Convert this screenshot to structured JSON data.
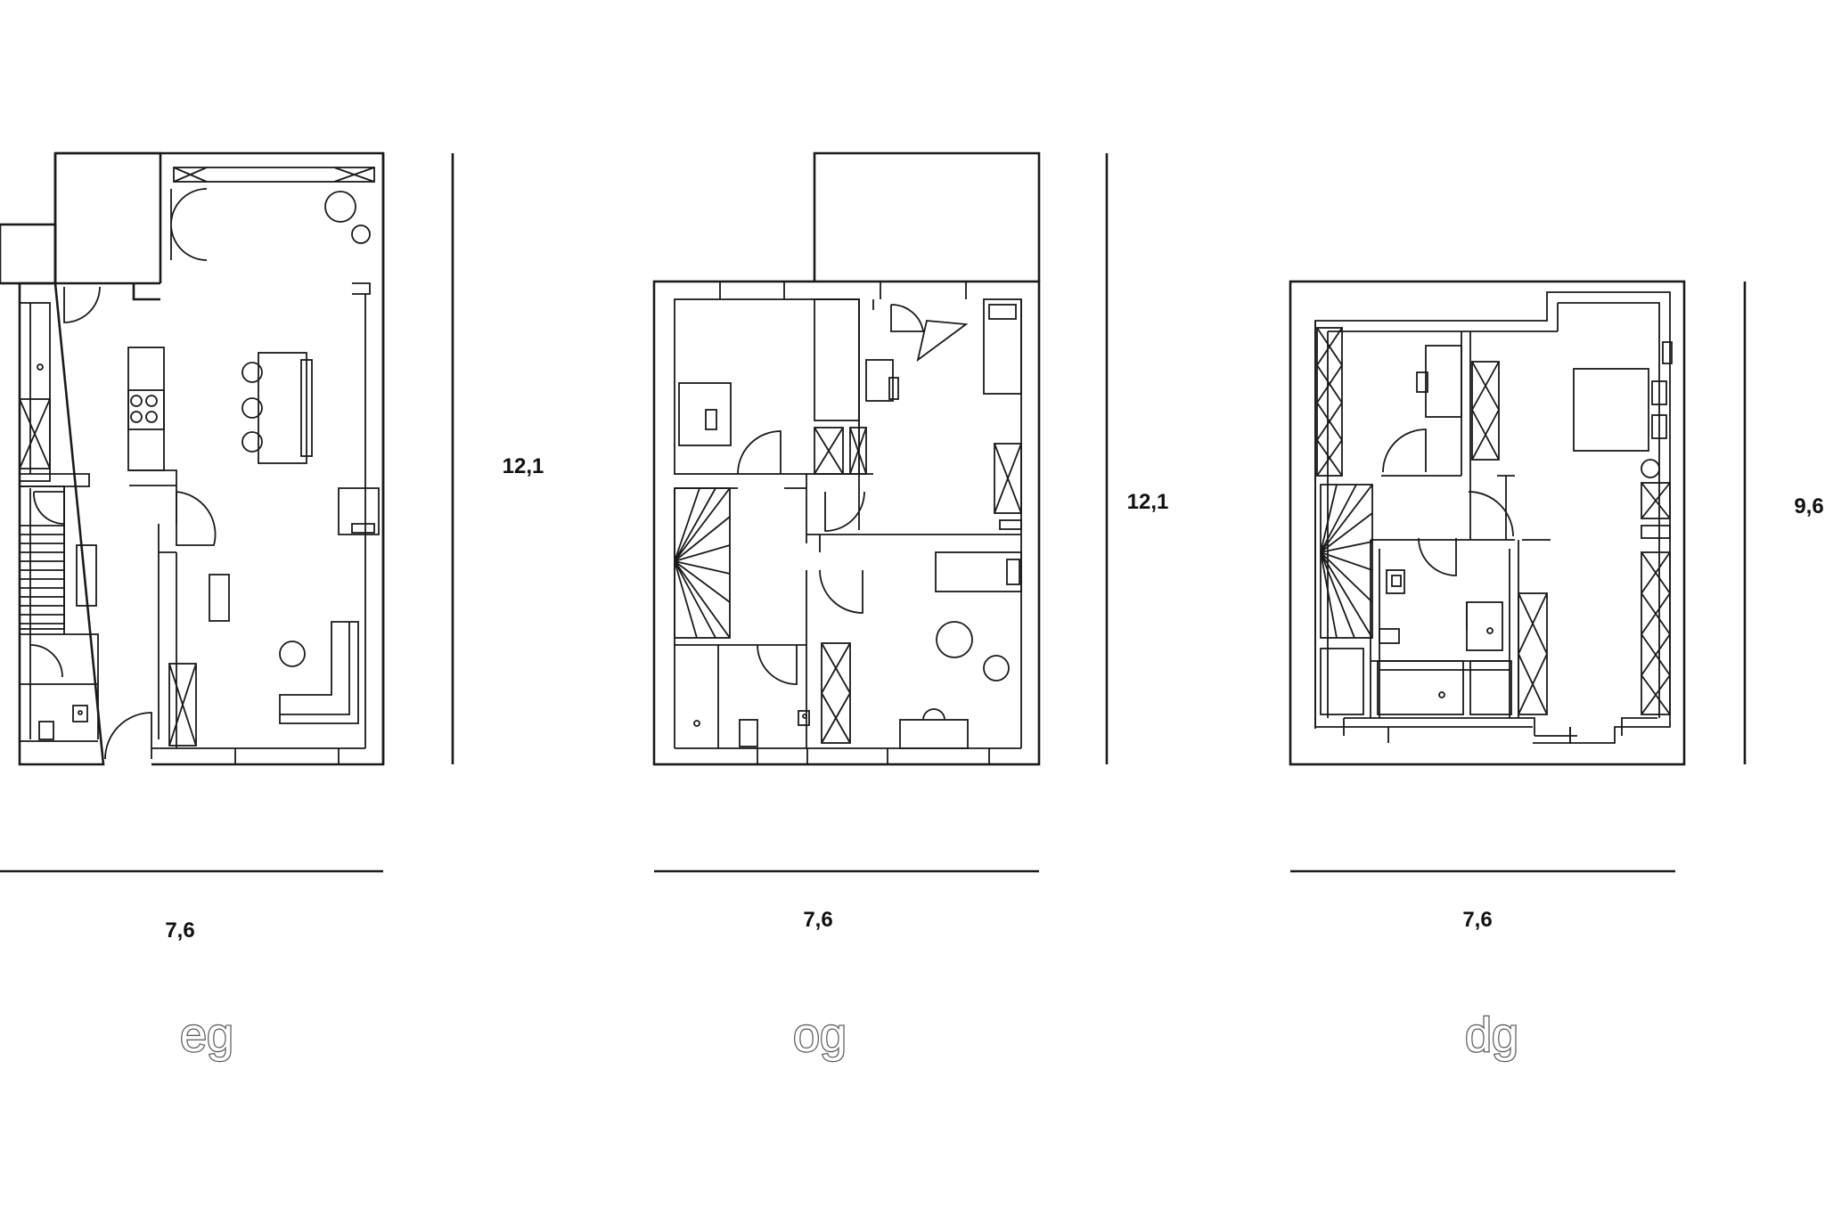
{
  "plans": [
    {
      "level": "eg",
      "width": "7,6",
      "depth": "12,1"
    },
    {
      "level": "og",
      "width": "7,6",
      "depth": "12,1"
    },
    {
      "level": "dg",
      "width": "7,6",
      "depth": "9,6"
    }
  ],
  "colors": {
    "line": "#1a1a1a",
    "label_outline": "#555555",
    "background": "#ffffff"
  }
}
